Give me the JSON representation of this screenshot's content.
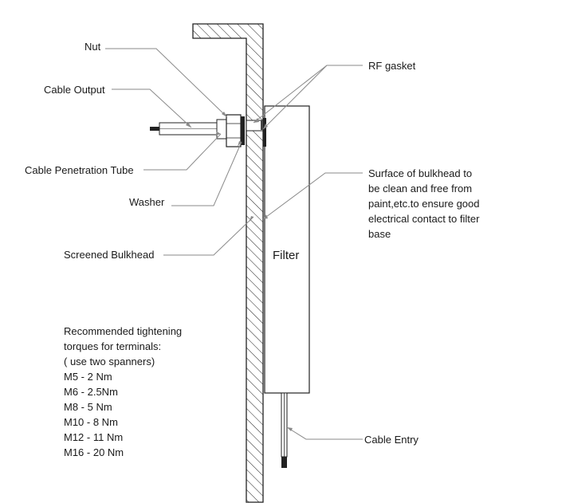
{
  "labels": {
    "nut": "Nut",
    "cable_output": "Cable Output",
    "cable_penetration_tube": "Cable Penetration Tube",
    "washer": "Washer",
    "screened_bulkhead": "Screened Bulkhead",
    "rf_gasket": "RF gasket",
    "surface_note": [
      "Surface of bulkhead to",
      "be clean and free from",
      "paint,etc.to ensure good",
      "electrical contact to filter",
      "base"
    ],
    "filter": "Filter",
    "cable_entry": "Cable Entry"
  },
  "torque_note": {
    "heading": [
      "Recommended tightening",
      "torques for terminals:",
      "( use two spanners)"
    ],
    "values": [
      "M5 - 2 Nm",
      "M6 - 2.5Nm",
      "M8 - 5 Nm",
      "M10 - 8 Nm",
      "M12 - 11 Nm",
      "M16 - 20 Nm"
    ]
  },
  "colors": {
    "line": "#222222",
    "leader": "#8a8a8a",
    "background": "#ffffff"
  }
}
